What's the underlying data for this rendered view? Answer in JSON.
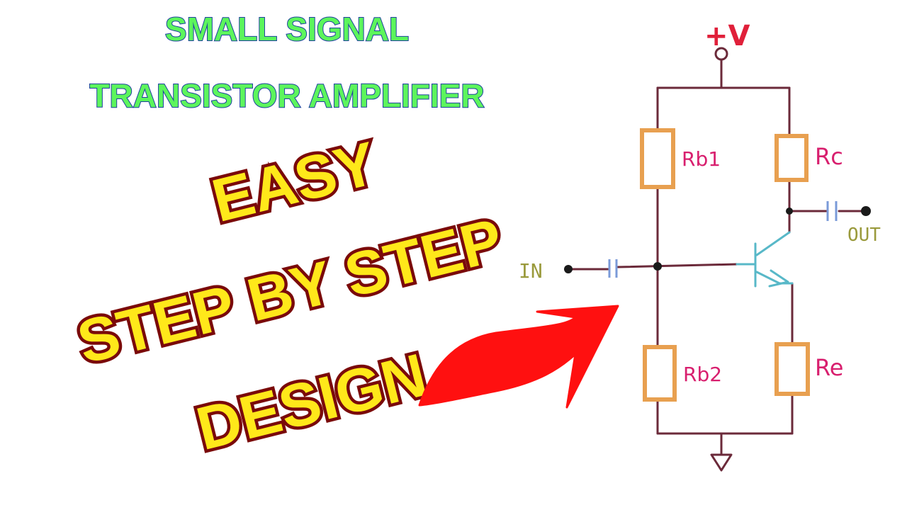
{
  "title": {
    "line1": "SMALL SIGNAL",
    "line2": "TRANSISTOR AMPLIFIER"
  },
  "banner": {
    "line1": "EASY",
    "line2": "STEP BY STEP",
    "line3": "DESIGN"
  },
  "circuit": {
    "supply_label": "+V",
    "input_label": "IN",
    "output_label": "OUT",
    "resistors": {
      "rb1": "Rb1",
      "rb2": "Rb2",
      "rc": "Rc",
      "re": "Re"
    }
  },
  "colors": {
    "wire": "#6b2a3a",
    "resistor": "#e8a050",
    "capacitor": "#7a9ad8",
    "transistor": "#58b8c8",
    "arrow": "#ff1010"
  }
}
